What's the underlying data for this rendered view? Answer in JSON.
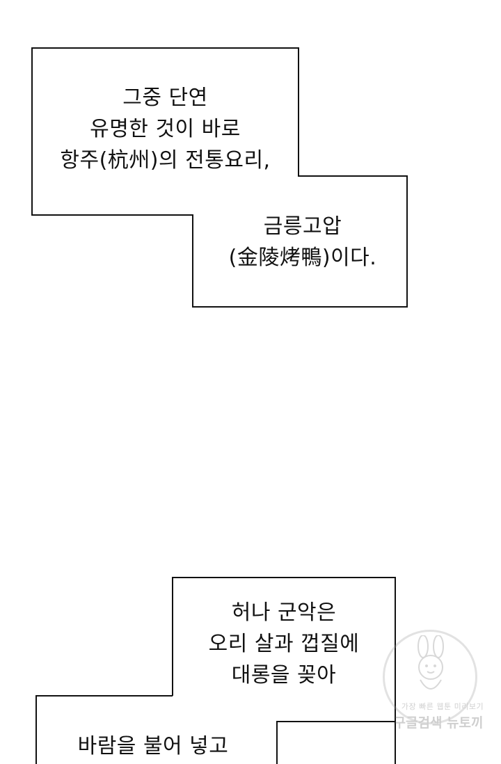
{
  "captions": {
    "first_box_upper": [
      "그중 단연",
      "유명한 것이 바로",
      "항주(杭州)의 전통요리,"
    ],
    "first_box_lower": [
      "금릉고압",
      "(金陵烤鴨)이다."
    ],
    "second_box_upper": [
      "허나 군악은",
      "오리 살과 껍질에",
      "대롱을 꽂아"
    ],
    "second_box_lower": [
      "바람을 불어 넣고"
    ]
  },
  "watermark": {
    "top_text": "가장 빠른 웹툰 미리보기",
    "bottom_text": "구글검색 뉴토끼"
  },
  "colors": {
    "background": "#ffffff",
    "border": "#111111",
    "text": "#111111"
  }
}
